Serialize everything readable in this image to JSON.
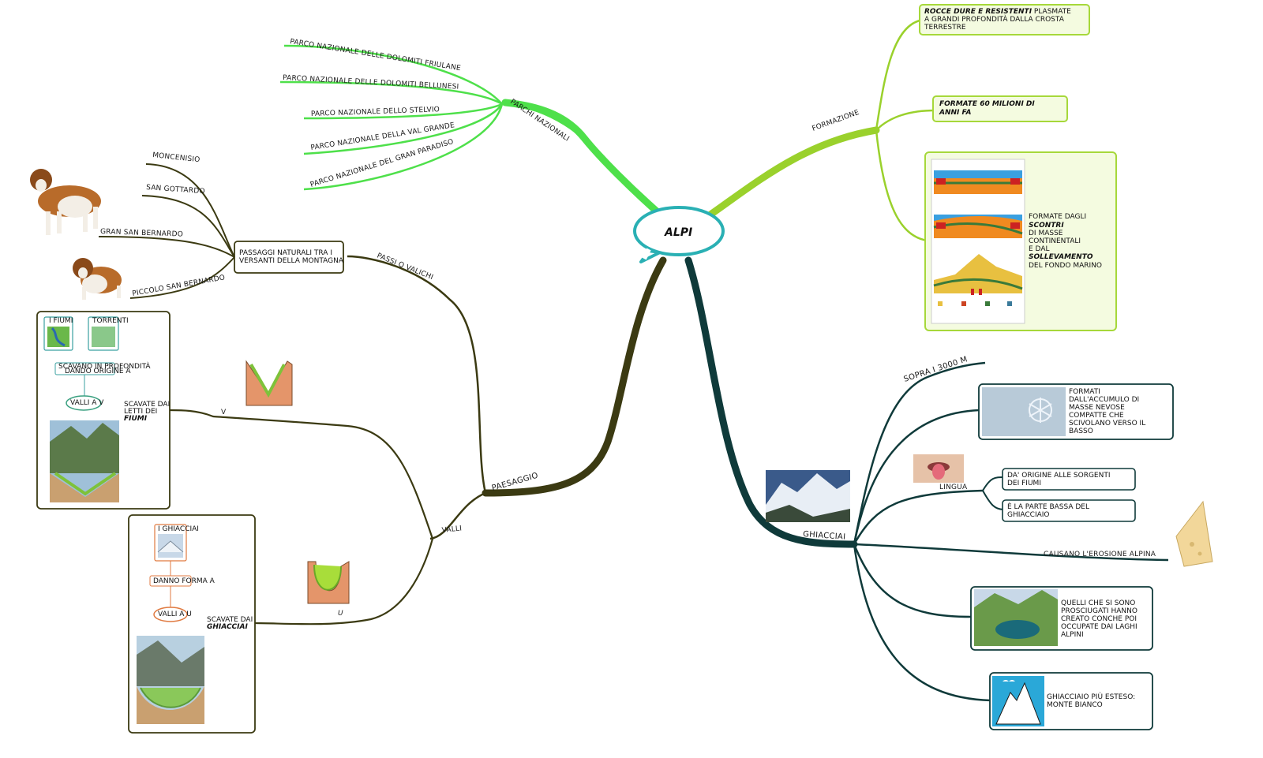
{
  "central": {
    "label": "ALPI"
  },
  "branches": {
    "parchi": {
      "label": "PARCHI NAZIONALI",
      "items": [
        "PARCO NAZIONALE DELLE DOLOMITI FRIULANE",
        "PARCO NAZIONALE DELLE DOLOMITI BELLUNESI",
        "PARCO NAZIONALE DELLO STELVIO",
        "PARCO NAZIONALE DELLA VAL GRANDE",
        "PARCO NAZIONALE DEL GRAN PARADISO"
      ]
    },
    "formazione": {
      "label": "FORMAZIONE",
      "box1": {
        "line1a": "ROCCE DURE E RESISTENTI",
        "line1b": " PLASMATE",
        "line2": "A GRANDI PROFONDITÀ DALLA CROSTA",
        "line3": "TERRESTRE"
      },
      "box2": {
        "line1": "FORMATE 60 MILIONI DI",
        "line2": "ANNI FA"
      },
      "box3": {
        "lines": [
          "FORMATE DAGLI",
          "SCONTRI",
          "DI MASSE",
          "CONTINENTALI",
          "E DAL",
          "SOLLEVAMENTO",
          "DEL FONDO MARINO"
        ]
      }
    },
    "paesaggio": {
      "label": "PAESAGGIO",
      "passi": {
        "label": "PASSI O VALICHI",
        "box": {
          "line1": "PASSAGGI NATURALI TRA I",
          "line2": "VERSANTI DELLA MONTAGNA"
        },
        "items": [
          "MONCENISIO",
          "SAN GOTTARDO",
          "GRAN SAN BERNARDO",
          "PICCOLO SAN BERNARDO"
        ]
      },
      "valli": {
        "label": "VALLI",
        "v": {
          "label": "V",
          "note": {
            "line1": "SCAVATE DAI",
            "line2": "LETTI DEI",
            "line3": "FIUMI"
          },
          "card": {
            "tag1": "I FIUMI",
            "tag2": "TORRENTI",
            "tag3a": "SCAVANO IN PROFONDITÀ",
            "tag3b": "DANDO ORIGINE A",
            "oval": "VALLI A V"
          }
        },
        "u": {
          "label": "U",
          "note": {
            "line1": "SCAVATE DAI",
            "line2": "GHIACCIAI"
          },
          "card": {
            "tag1": "I GHIACCIAI",
            "tag2": "DANNO FORMA A",
            "oval": "VALLI A U"
          }
        }
      }
    },
    "ghiacciai": {
      "label": "GHIACCIAI",
      "sopra": "SOPRA I 3000 M",
      "box1": {
        "lines": [
          "FORMATI",
          "DALL'ACCUMULO DI",
          "MASSE NEVOSE",
          "COMPATTE CHE",
          "SCIVOLANO VERSO IL",
          "BASSO"
        ]
      },
      "lingua": {
        "label": "LINGUA",
        "box1": {
          "line1": "DA' ORIGINE ALLE SORGENTI",
          "line2": "DEI FIUMI"
        },
        "box2": {
          "line1": "È LA PARTE BASSA DEL",
          "line2": "GHIACCIAIO"
        }
      },
      "erosione": "CAUSANO L'EROSIONE ALPINA",
      "box2": {
        "lines": [
          "QUELLI CHE SI SONO",
          "PROSCIUGATI HANNO",
          "CREATO CONCHE POI",
          "OCCUPATE DAI LAGHI",
          "ALPINI"
        ]
      },
      "box3": {
        "line1": "GHIACCIAIO PIÙ ESTESO:",
        "line2": "MONTE BIANCO"
      }
    }
  },
  "colors": {
    "parchi": "#4ee04a",
    "formazione": "#9ad12c",
    "paesaggio": "#3b3a12",
    "ghiacciai": "#0f3a3a",
    "central_border": "#2ab0b4",
    "formazione_box_border": "#a6d83a",
    "formazione_box_fill": "#f4fbe0"
  }
}
